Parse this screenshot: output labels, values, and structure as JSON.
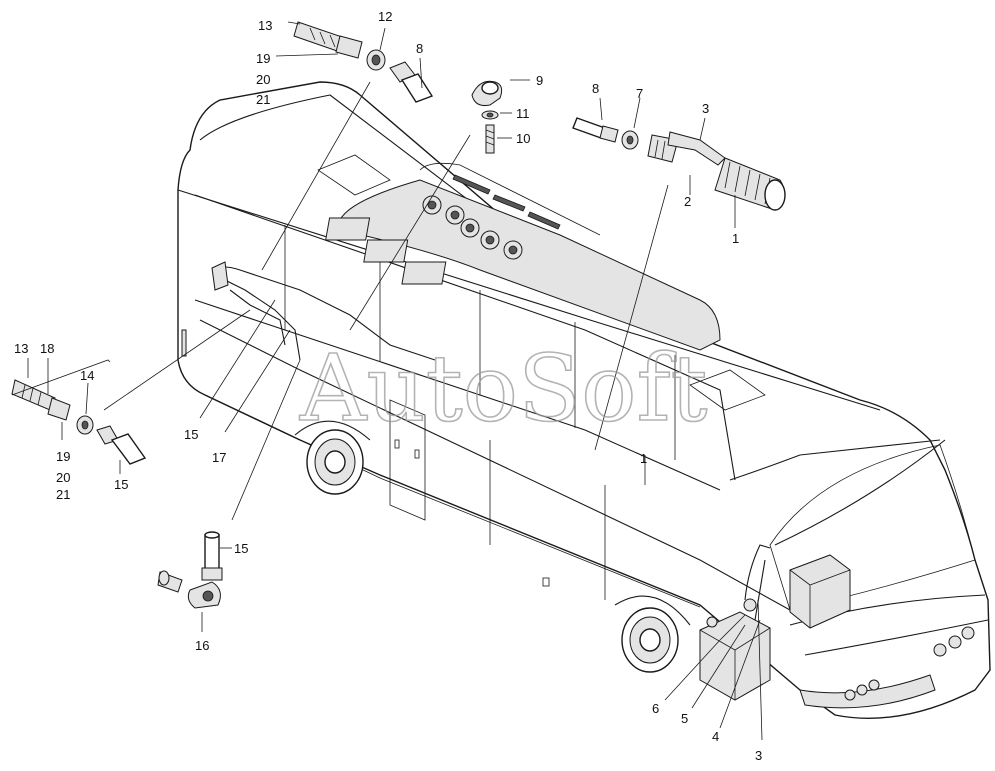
{
  "watermark": "AutoSoft",
  "callouts": {
    "c13a": "13",
    "c12": "12",
    "c19a": "19",
    "c8a": "8",
    "c20a": "20",
    "c21a": "21",
    "c9": "9",
    "c11": "11",
    "c10": "10",
    "c8b": "8",
    "c7": "7",
    "c3a": "3",
    "c2": "2",
    "c1a": "1",
    "c13b": "13",
    "c18": "18",
    "c14": "14",
    "c19b": "19",
    "c20b": "20",
    "c21b": "21",
    "c15a": "15",
    "c15b": "15",
    "c17": "17",
    "c1b": "1",
    "c15c": "15",
    "c16": "16",
    "c6": "6",
    "c5": "5",
    "c4": "4",
    "c3b": "3"
  }
}
